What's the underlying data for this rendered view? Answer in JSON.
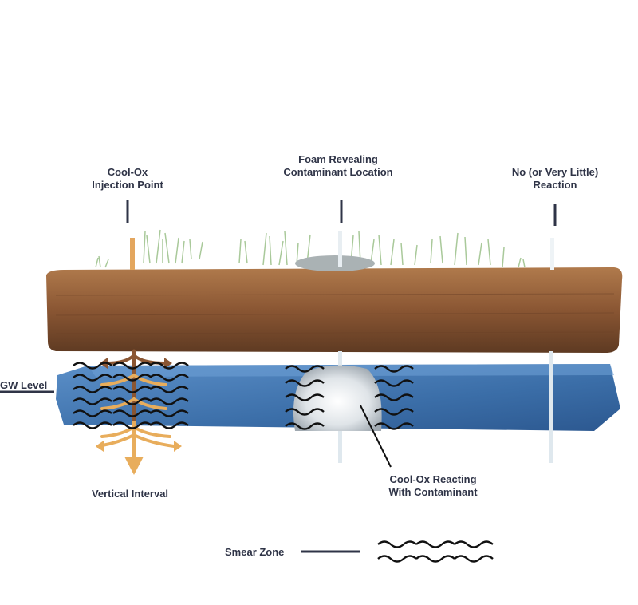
{
  "labels": {
    "injection_point": [
      "Cool-Ox",
      "Injection Point"
    ],
    "foam": [
      "Foam Revealing",
      "Contaminant Location"
    ],
    "no_reaction": [
      "No (or Very Little)",
      "Reaction"
    ],
    "gw_level": "GW Level",
    "vertical_interval": "Vertical Interval",
    "reacting": [
      "Cool-Ox Reacting",
      "With Contaminant"
    ],
    "legend_smear_zone": "Smear Zone"
  },
  "colors": {
    "text": "#2f3447",
    "soil": "#8a5a36",
    "water": "#3f74b0",
    "arrow": "#e8ad5c",
    "grass": "#b9d3a8"
  }
}
